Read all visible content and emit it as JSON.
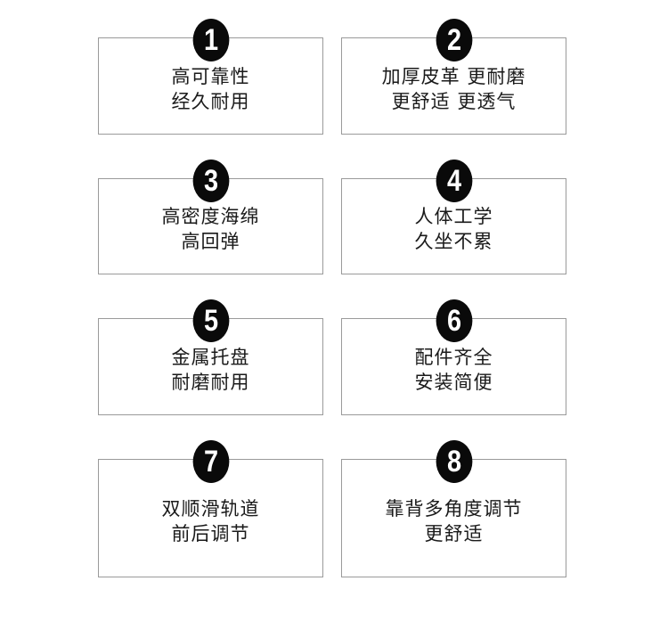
{
  "features": [
    {
      "number": "1",
      "line1": "高可靠性",
      "line2": "经久耐用"
    },
    {
      "number": "2",
      "line1": "加厚皮革 更耐磨",
      "line2": "更舒适 更透气"
    },
    {
      "number": "3",
      "line1": "高密度海绵",
      "line2": "高回弹"
    },
    {
      "number": "4",
      "line1": "人体工学",
      "line2": "久坐不累"
    },
    {
      "number": "5",
      "line1": "金属托盘",
      "line2": "耐磨耐用"
    },
    {
      "number": "6",
      "line1": "配件齐全",
      "line2": "安装简便"
    },
    {
      "number": "7",
      "line1": "双顺滑轨道",
      "line2": "前后调节"
    },
    {
      "number": "8",
      "line1": "靠背多角度调节",
      "line2": "更舒适"
    }
  ]
}
